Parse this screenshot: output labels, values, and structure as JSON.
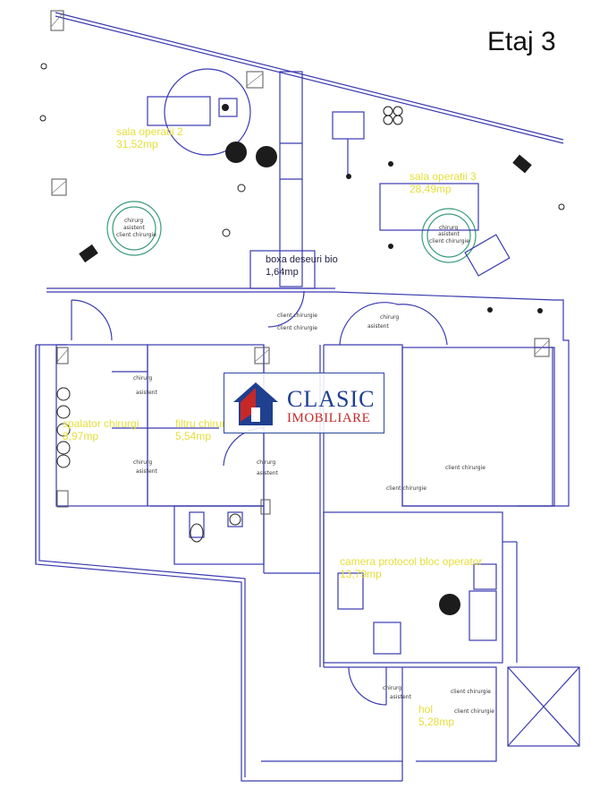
{
  "floor": {
    "title": "Etaj 3"
  },
  "rooms": {
    "sala_operatii_2": {
      "name": "sala operatii 2",
      "area": "31,52mp"
    },
    "sala_operatii_3": {
      "name": "sala operatii 3",
      "area": "28,49mp"
    },
    "boxa_deseuri": {
      "name": "boxa deseuri bio",
      "area": "1,64mp"
    },
    "spalator": {
      "name": "spalator chirurgi",
      "area": "8,97mp"
    },
    "filtru": {
      "name": "filtru chirurgi",
      "area": "5,54mp"
    },
    "camera_protocol": {
      "name": "camera protocol bloc operator",
      "area": "13,79mp"
    },
    "hol": {
      "name": "hol",
      "area": "5,28mp"
    }
  },
  "circulation": {
    "chirurg": "chirurg",
    "asistent": "asistent",
    "client": "client chirurgie"
  },
  "logo": {
    "name": "CLASIC",
    "sub": "IMOBILIARE",
    "blue": "#1f3f8f",
    "red": "#c62828"
  },
  "colors": {
    "walls": "#3a3ab0",
    "labels": "#e6de3a"
  }
}
